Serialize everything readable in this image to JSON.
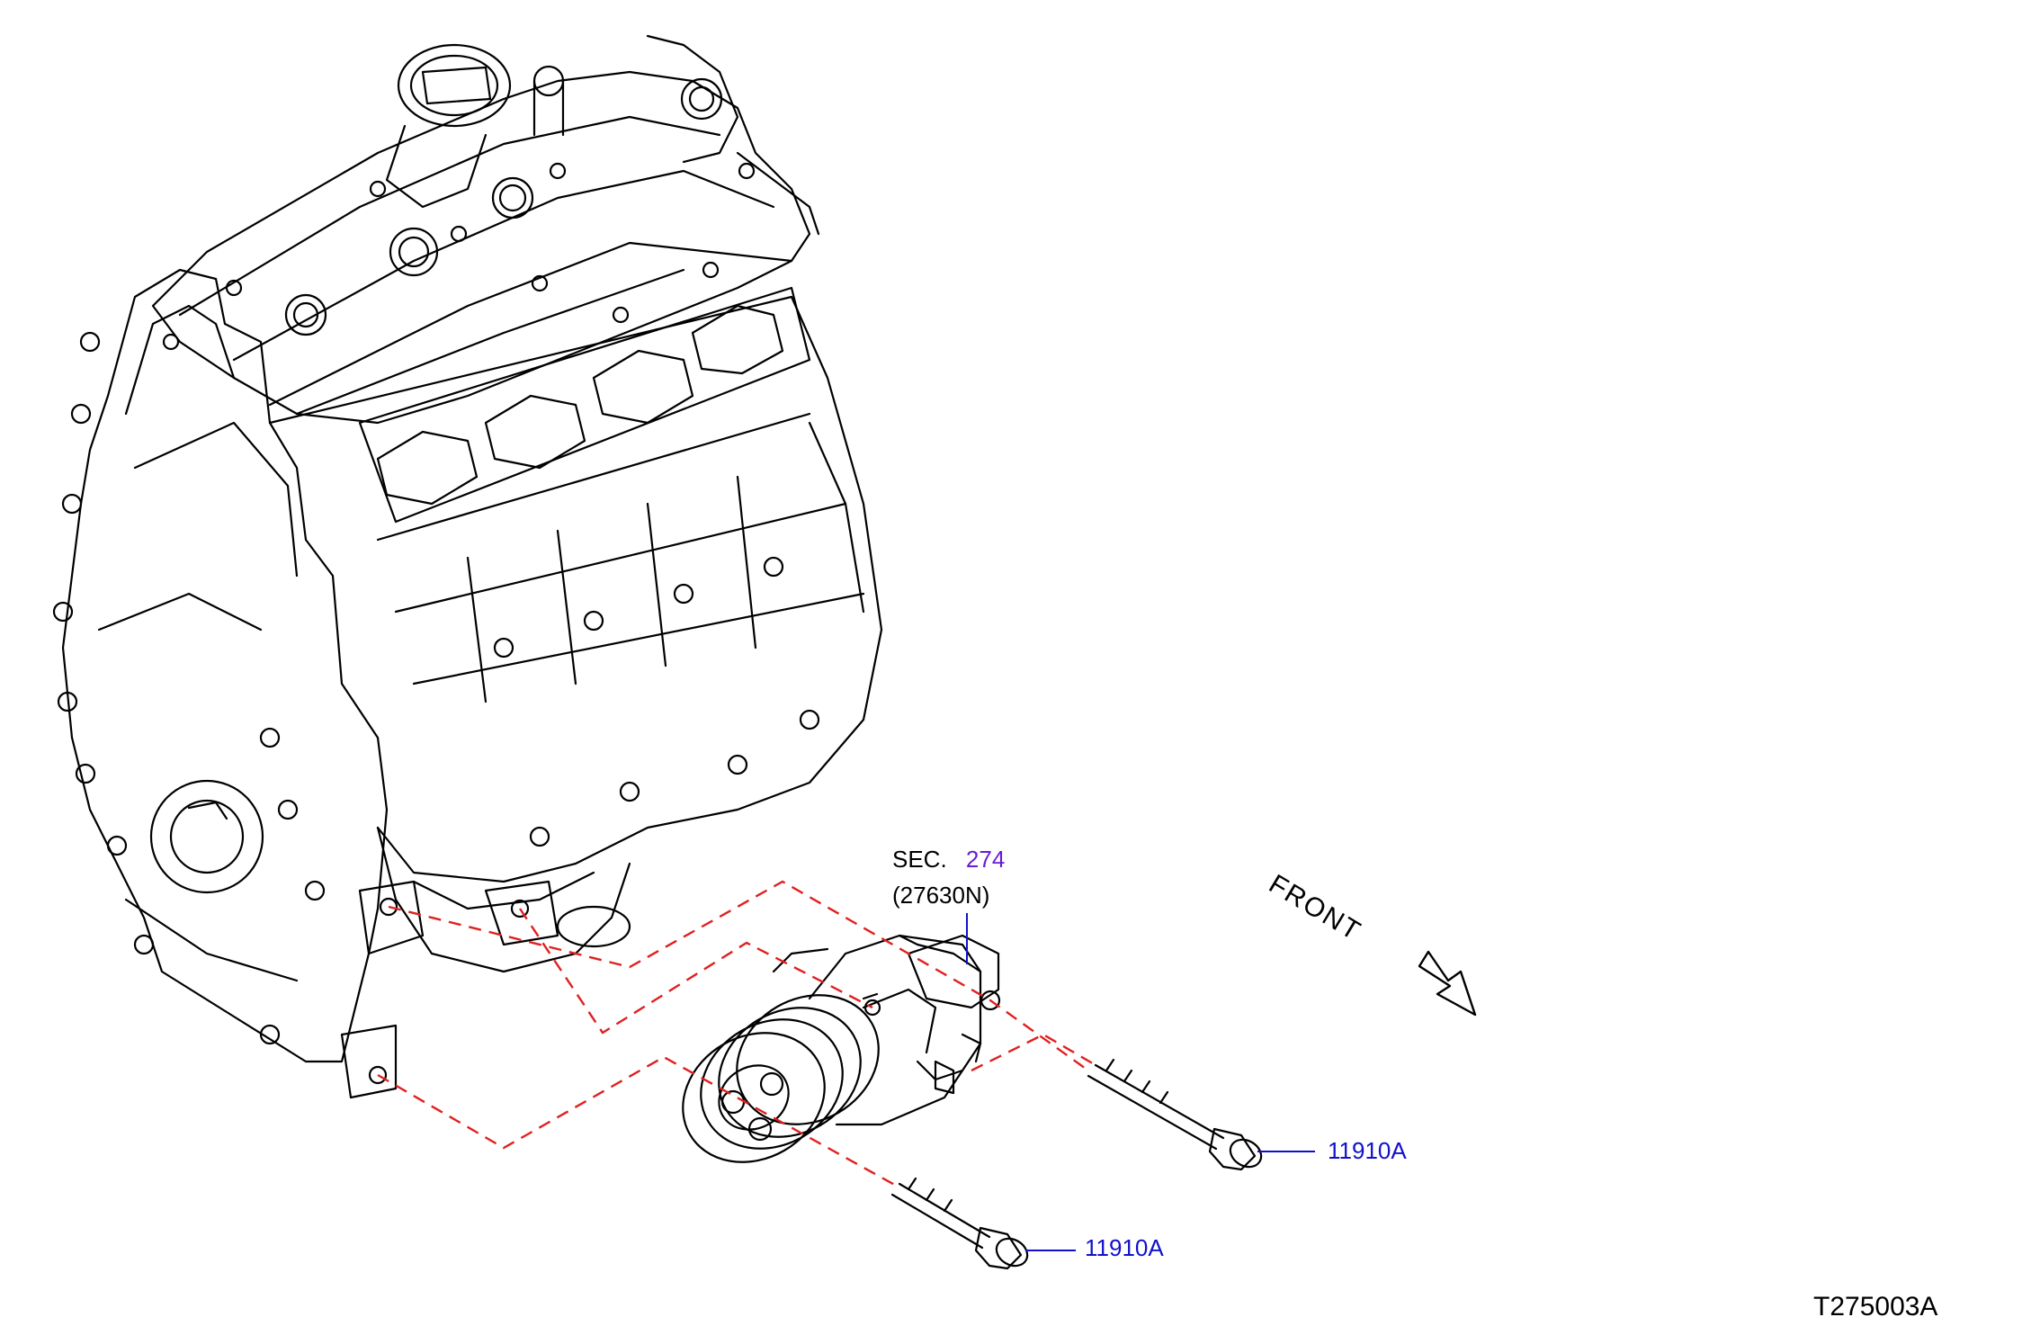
{
  "labels": {
    "sec_prefix": "SEC.",
    "sec_number": "274",
    "sec_part": "(27630N)",
    "callout_upper": "11910A",
    "callout_lower": "11910A",
    "front": "FRONT",
    "diagram_ref": "T275003A"
  },
  "colors": {
    "line": "#000000",
    "dashed_guide": "#e02020",
    "callout_text": "#1111cc",
    "section_link": "#6a1bd6",
    "background": "#ffffff"
  },
  "icons": {
    "front_arrow": "front-arrow-icon"
  }
}
